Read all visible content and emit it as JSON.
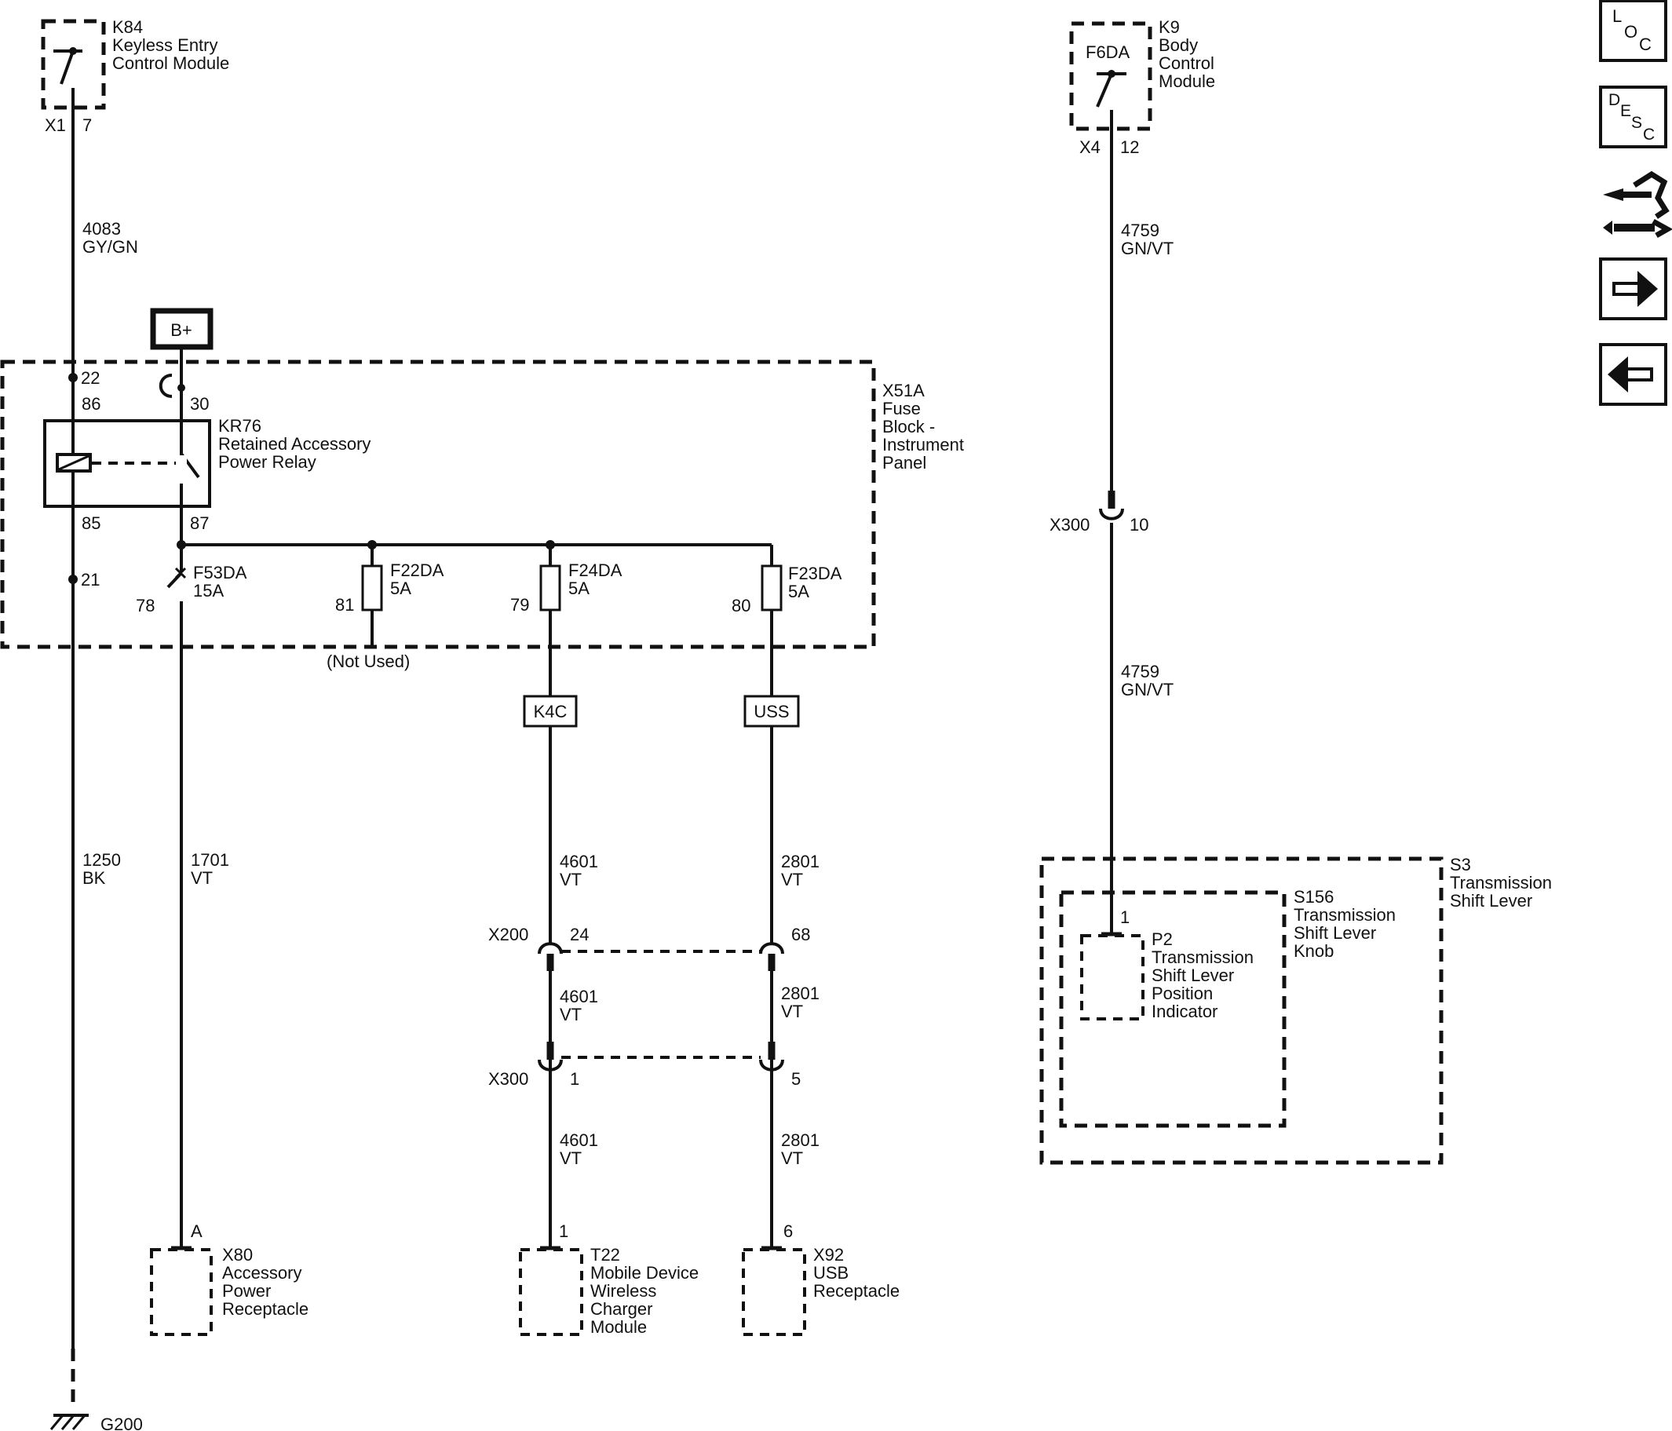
{
  "components": {
    "k84": {
      "ref": "K84",
      "l1": "Keyless Entry",
      "l2": "Control Module",
      "conn": "X1",
      "pin": "7"
    },
    "k9": {
      "ref": "K9",
      "l1": "Body",
      "l2": "Control",
      "l3": "Module",
      "fuse": "F6DA",
      "conn": "X4",
      "pin": "12"
    },
    "x51a": {
      "ref": "X51A",
      "l1": "Fuse",
      "l2": "Block -",
      "l3": "Instrument",
      "l4": "Panel"
    },
    "kr76": {
      "ref": "KR76",
      "l1": "Retained Accessory",
      "l2": "Power Relay",
      "p86": "86",
      "p85": "85",
      "p30": "30",
      "p87": "87"
    },
    "bplus": "B+",
    "pins": {
      "p22": "22",
      "p21": "21",
      "p78": "78",
      "p81": "81",
      "p79": "79",
      "p80": "80"
    },
    "fuses": [
      {
        "name": "F53DA",
        "rating": "15A"
      },
      {
        "name": "F22DA",
        "rating": "5A"
      },
      {
        "name": "F24DA",
        "rating": "5A"
      },
      {
        "name": "F23DA",
        "rating": "5A"
      }
    ],
    "not_used": "(Not Used)",
    "k4c": "K4C",
    "uss": "USS",
    "x80": {
      "ref": "X80",
      "l1": "Accessory",
      "l2": "Power",
      "l3": "Receptacle",
      "pin": "A"
    },
    "t22": {
      "ref": "T22",
      "l1": "Mobile Device",
      "l2": "Wireless",
      "l3": "Charger",
      "l4": "Module",
      "pin": "1"
    },
    "x92": {
      "ref": "X92",
      "l1": "USB",
      "l2": "Receptacle",
      "pin": "6"
    },
    "g200": "G200",
    "s3": {
      "ref": "S3",
      "l1": "Transmission",
      "l2": "Shift Lever"
    },
    "s156": {
      "ref": "S156",
      "l1": "Transmission",
      "l2": "Shift Lever",
      "l3": "Knob"
    },
    "p2": {
      "ref": "P2",
      "l1": "Transmission",
      "l2": "Shift Lever",
      "l3": "Position",
      "l4": "Indicator",
      "pin": "1"
    }
  },
  "wires": {
    "w4083": {
      "num": "4083",
      "color": "GY/GN"
    },
    "w1250": {
      "num": "1250",
      "color": "BK"
    },
    "w1701": {
      "num": "1701",
      "color": "VT"
    },
    "w4601": {
      "num": "4601",
      "color": "VT"
    },
    "w2801": {
      "num": "2801",
      "color": "VT"
    },
    "w4759": {
      "num": "4759",
      "color": "GN/VT"
    }
  },
  "connectors": {
    "x200": {
      "name": "X200",
      "pin_a": "24",
      "pin_b": "68"
    },
    "x300_left": {
      "name": "X300",
      "pin_a": "1",
      "pin_b": "5"
    },
    "x300_right": {
      "name": "X300",
      "pin": "10"
    }
  },
  "nav": {
    "loc": {
      "l": "L",
      "o": "O",
      "c": "C"
    },
    "desc": {
      "d": "D",
      "e": "E",
      "s": "S",
      "c": "C"
    },
    "icons": [
      "loc-icon",
      "desc-icon",
      "connector-tool-icon",
      "arrow-right-icon",
      "arrow-left-icon"
    ]
  }
}
